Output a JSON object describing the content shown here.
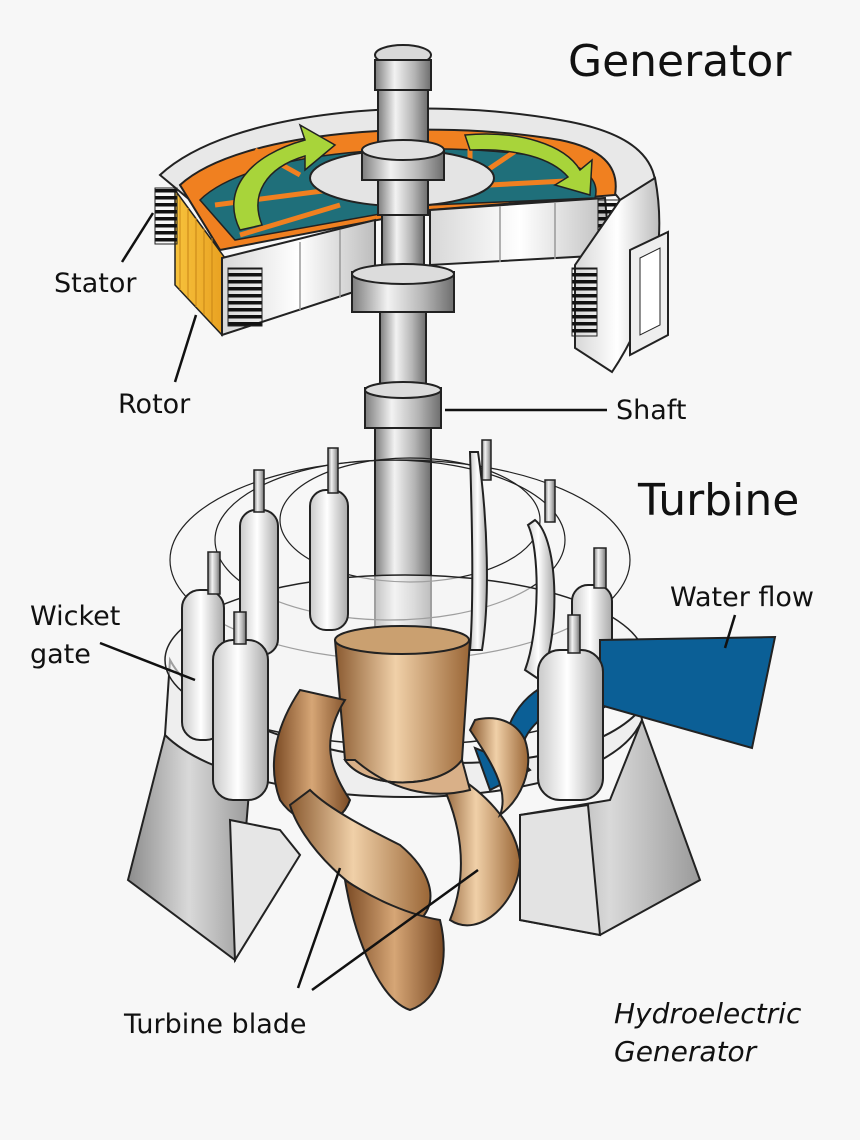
{
  "titles": {
    "generator": "Generator",
    "turbine": "Turbine"
  },
  "labels": {
    "stator": "Stator",
    "rotor": "Rotor",
    "shaft": "Shaft",
    "wicket_gate_line1": "Wicket",
    "wicket_gate_line2": "gate",
    "water_flow": "Water flow",
    "turbine_blade": "Turbine blade"
  },
  "caption": {
    "line1": "Hydroelectric",
    "line2": "Generator"
  },
  "colors": {
    "stator_orange": "#f08020",
    "stator_yellow": "#f6b830",
    "rotor_teal": "#1f6f7a",
    "arrow_green": "#a8d43a",
    "water_blue": "#0b5f96",
    "blade_bronze": "#b07a48",
    "metal": "#cfcfcf"
  }
}
